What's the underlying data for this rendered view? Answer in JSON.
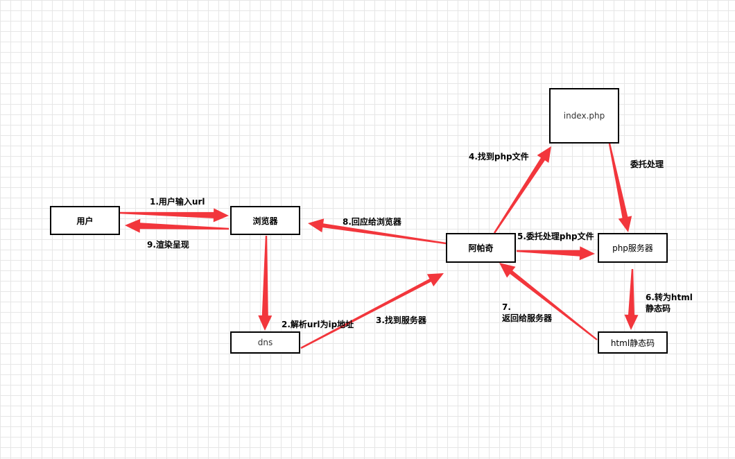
{
  "colors": {
    "arrow": "#f2363c",
    "border": "#000000",
    "grid": "#e6e6e6"
  },
  "nodes": {
    "user": "用户",
    "browser": "浏览器",
    "dns": "dns",
    "apache": "阿帕奇",
    "index_php": "index.php",
    "php_server": "php服务器",
    "html_static": "html静态码"
  },
  "labels": {
    "step1": "1.用户输入url",
    "step9": "9.渲染呈现",
    "step8": "8.回应给浏览器",
    "step2": "2.解析url为ip地址",
    "step3": "3.找到服务器",
    "step4": "4.找到php文件",
    "delegate": "委托处理",
    "step5": "5.委托处理php文件",
    "step6_line1": "6.转为html",
    "step6_line2": "静态码",
    "step7_line1": "7.",
    "step7_line2": "返回给服务器"
  }
}
